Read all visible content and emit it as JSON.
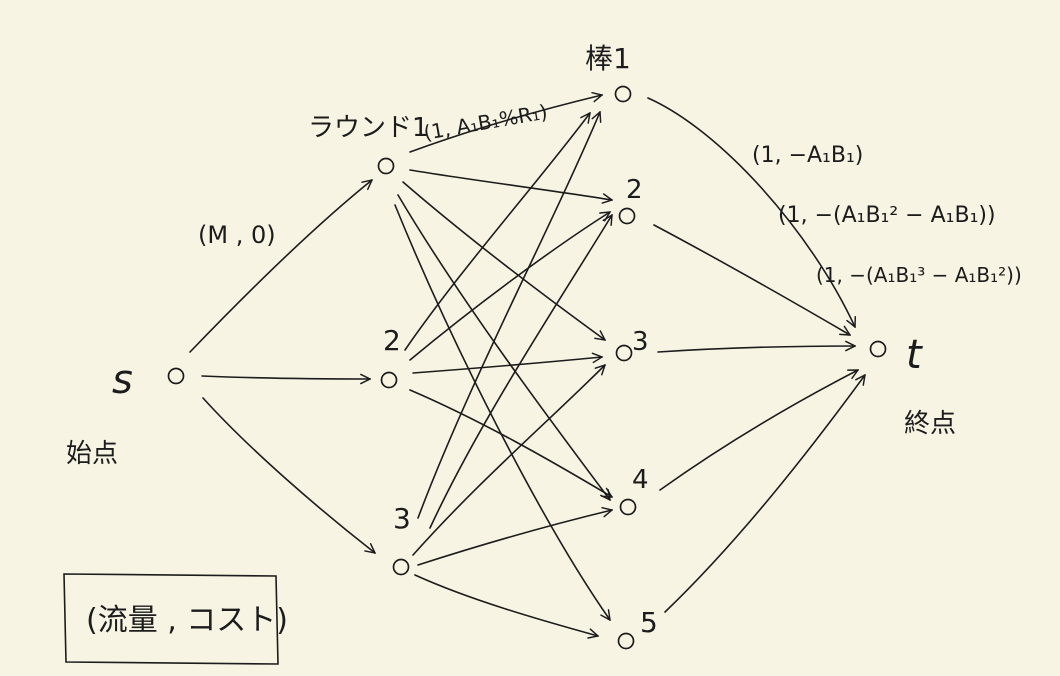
{
  "source": {
    "letter": "s",
    "caption": "始点"
  },
  "sink": {
    "letter": "t",
    "caption": "終点"
  },
  "rounds": [
    {
      "label": "ラウンド1"
    },
    {
      "label": "2"
    },
    {
      "label": "3"
    }
  ],
  "rods": [
    {
      "label": "棒1"
    },
    {
      "label": "2"
    },
    {
      "label": "3"
    },
    {
      "label": "4"
    },
    {
      "label": "5"
    }
  ],
  "edge_labels": {
    "source_to_round": "(M , 0)",
    "round_to_rod": "(1, A₁B₁%R₁)",
    "rod_to_sink": [
      "(1, −A₁B₁)",
      "(1, −(A₁B₁² − A₁B₁))",
      "(1, −(A₁B₁³ − A₁B₁²))"
    ]
  },
  "legend": {
    "text": "(流量 , コスト)"
  }
}
